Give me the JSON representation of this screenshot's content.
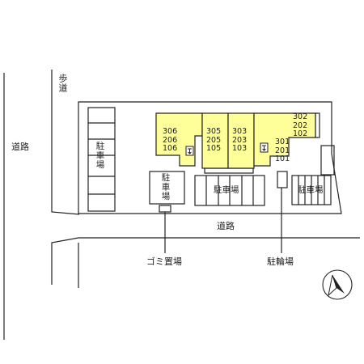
{
  "roads": {
    "west": "道路",
    "south": "道路",
    "sidewalk": "歩道"
  },
  "facilities": {
    "parking_west": "駐車場",
    "parking_small": "駐車場",
    "parking_center": "駐車場",
    "parking_east": "駐車場",
    "garbage": "ゴミ置場",
    "bicycle": "駐輪場"
  },
  "buildings": {
    "block_1": {
      "units": [
        "306",
        "206",
        "106"
      ]
    },
    "block_2": {
      "units": [
        "305",
        "205",
        "105"
      ]
    },
    "block_3": {
      "units": [
        "303",
        "203",
        "103"
      ]
    },
    "block_4_upper": {
      "units": [
        "302",
        "202",
        "102"
      ]
    },
    "block_4_lower": {
      "units": [
        "301",
        "201",
        "101"
      ]
    }
  },
  "colors": {
    "building_fill": "#ffff99",
    "line": "#222222",
    "background": "#ffffff"
  },
  "compass": {
    "icon": "north-arrow-icon",
    "direction": "north"
  }
}
